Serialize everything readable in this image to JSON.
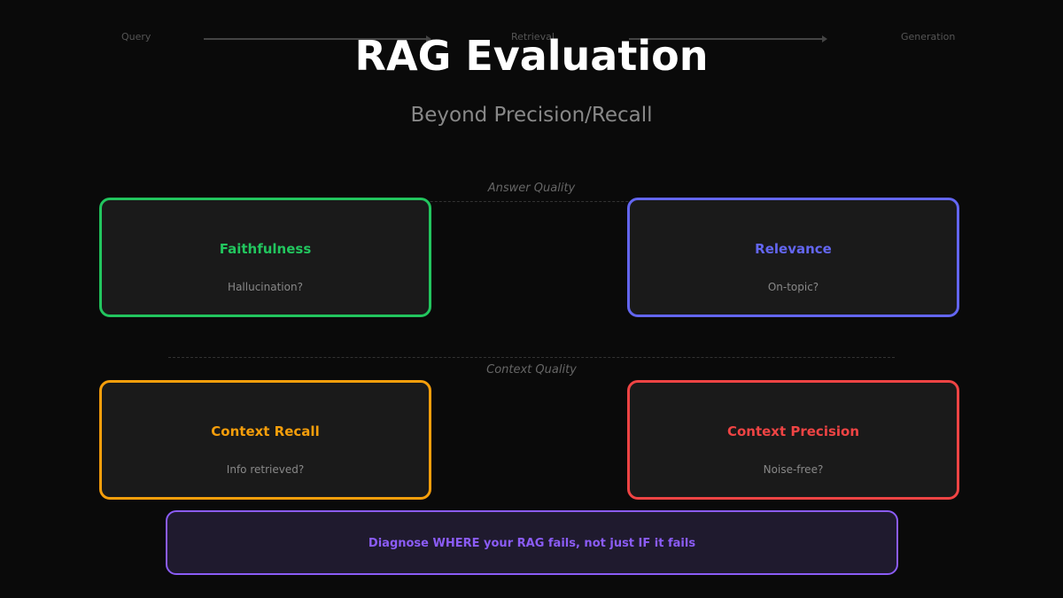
{
  "flow": {
    "steps": [
      "Query",
      "Retrieval",
      "Generation"
    ]
  },
  "header": {
    "title": "RAG Evaluation",
    "subtitle": "Beyond Precision/Recall"
  },
  "sections": {
    "answer_quality": "Answer Quality",
    "context_quality": "Context Quality"
  },
  "cards": [
    {
      "title": "Faithfulness",
      "subtitle": "Hallucination?",
      "color": "#22c55e"
    },
    {
      "title": "Relevance",
      "subtitle": "On-topic?",
      "color": "#6366f1"
    },
    {
      "title": "Context Recall",
      "subtitle": "Info retrieved?",
      "color": "#f59e0b"
    },
    {
      "title": "Context Precision",
      "subtitle": "Noise-free?",
      "color": "#ef4444"
    }
  ],
  "banner": {
    "text": "Diagnose WHERE your RAG fails, not just IF it fails",
    "color": "#8b5cf6"
  }
}
